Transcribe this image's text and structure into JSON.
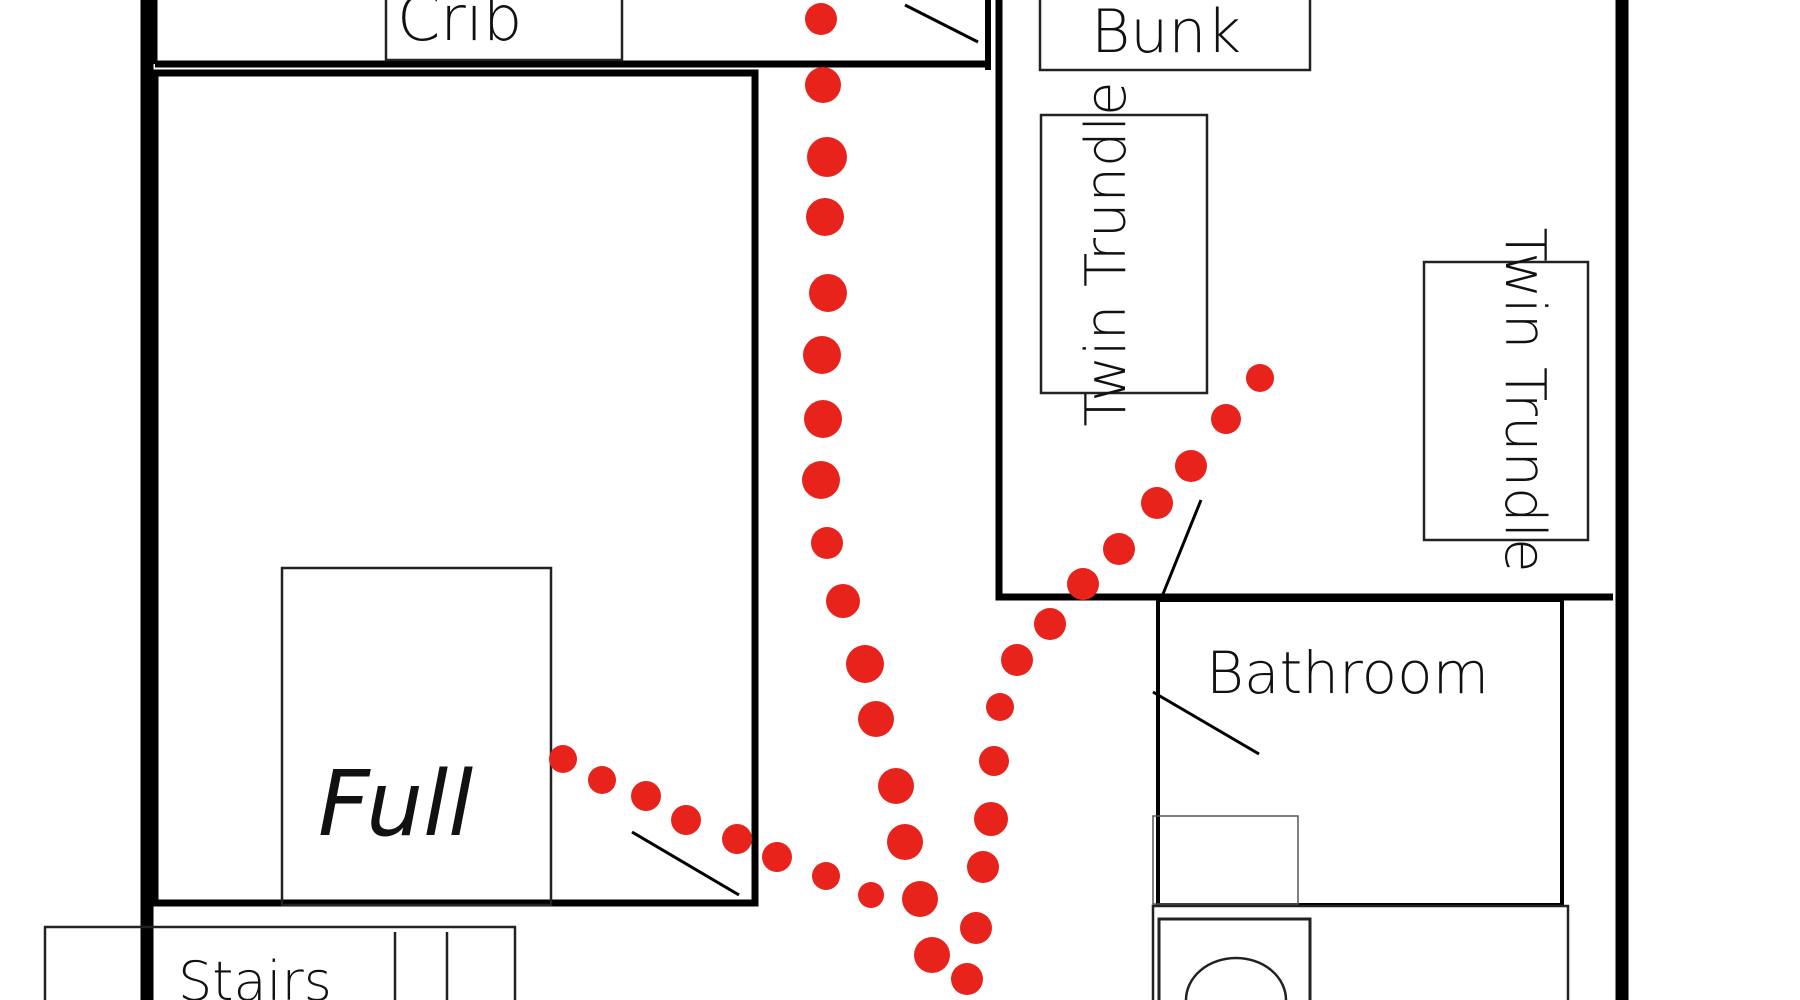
{
  "labels": {
    "crib": "Crib",
    "bunk": "Bunk",
    "twin_trundle_1": "Twin Trundle",
    "twin_trundle_2": "Twin Trundle",
    "full": "Full",
    "bathroom": "Bathroom",
    "stairs": "Stairs"
  },
  "colors": {
    "wall": "#000000",
    "furniture_outline": "#222222",
    "path_dots": "#e8231c",
    "background": "#ffffff"
  }
}
